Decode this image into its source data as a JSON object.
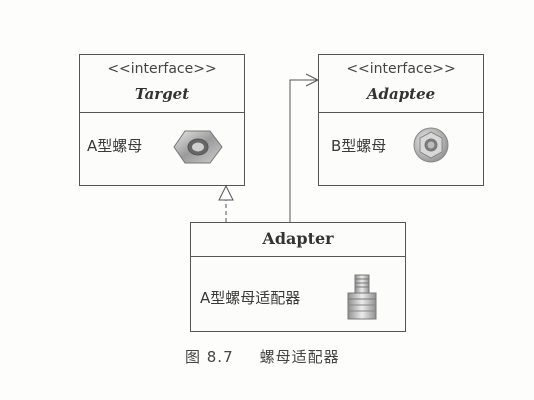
{
  "diagram": {
    "target": {
      "stereotype": "<<interface>>",
      "name": "Target",
      "item_label": "A型螺母",
      "icon": "hex-nut-icon"
    },
    "adaptee": {
      "stereotype": "<<interface>>",
      "name": "Adaptee",
      "item_label": "B型螺母",
      "icon": "flange-nut-icon"
    },
    "adapter": {
      "name": "Adapter",
      "item_label": "A型螺母适配器",
      "icon": "nut-adapter-icon"
    },
    "relations": [
      {
        "type": "realization",
        "from": "Adapter",
        "to": "Target"
      },
      {
        "type": "association",
        "from": "Adapter",
        "to": "Adaptee"
      }
    ]
  },
  "caption": {
    "number": "图 8.7",
    "title": "螺母适配器"
  }
}
